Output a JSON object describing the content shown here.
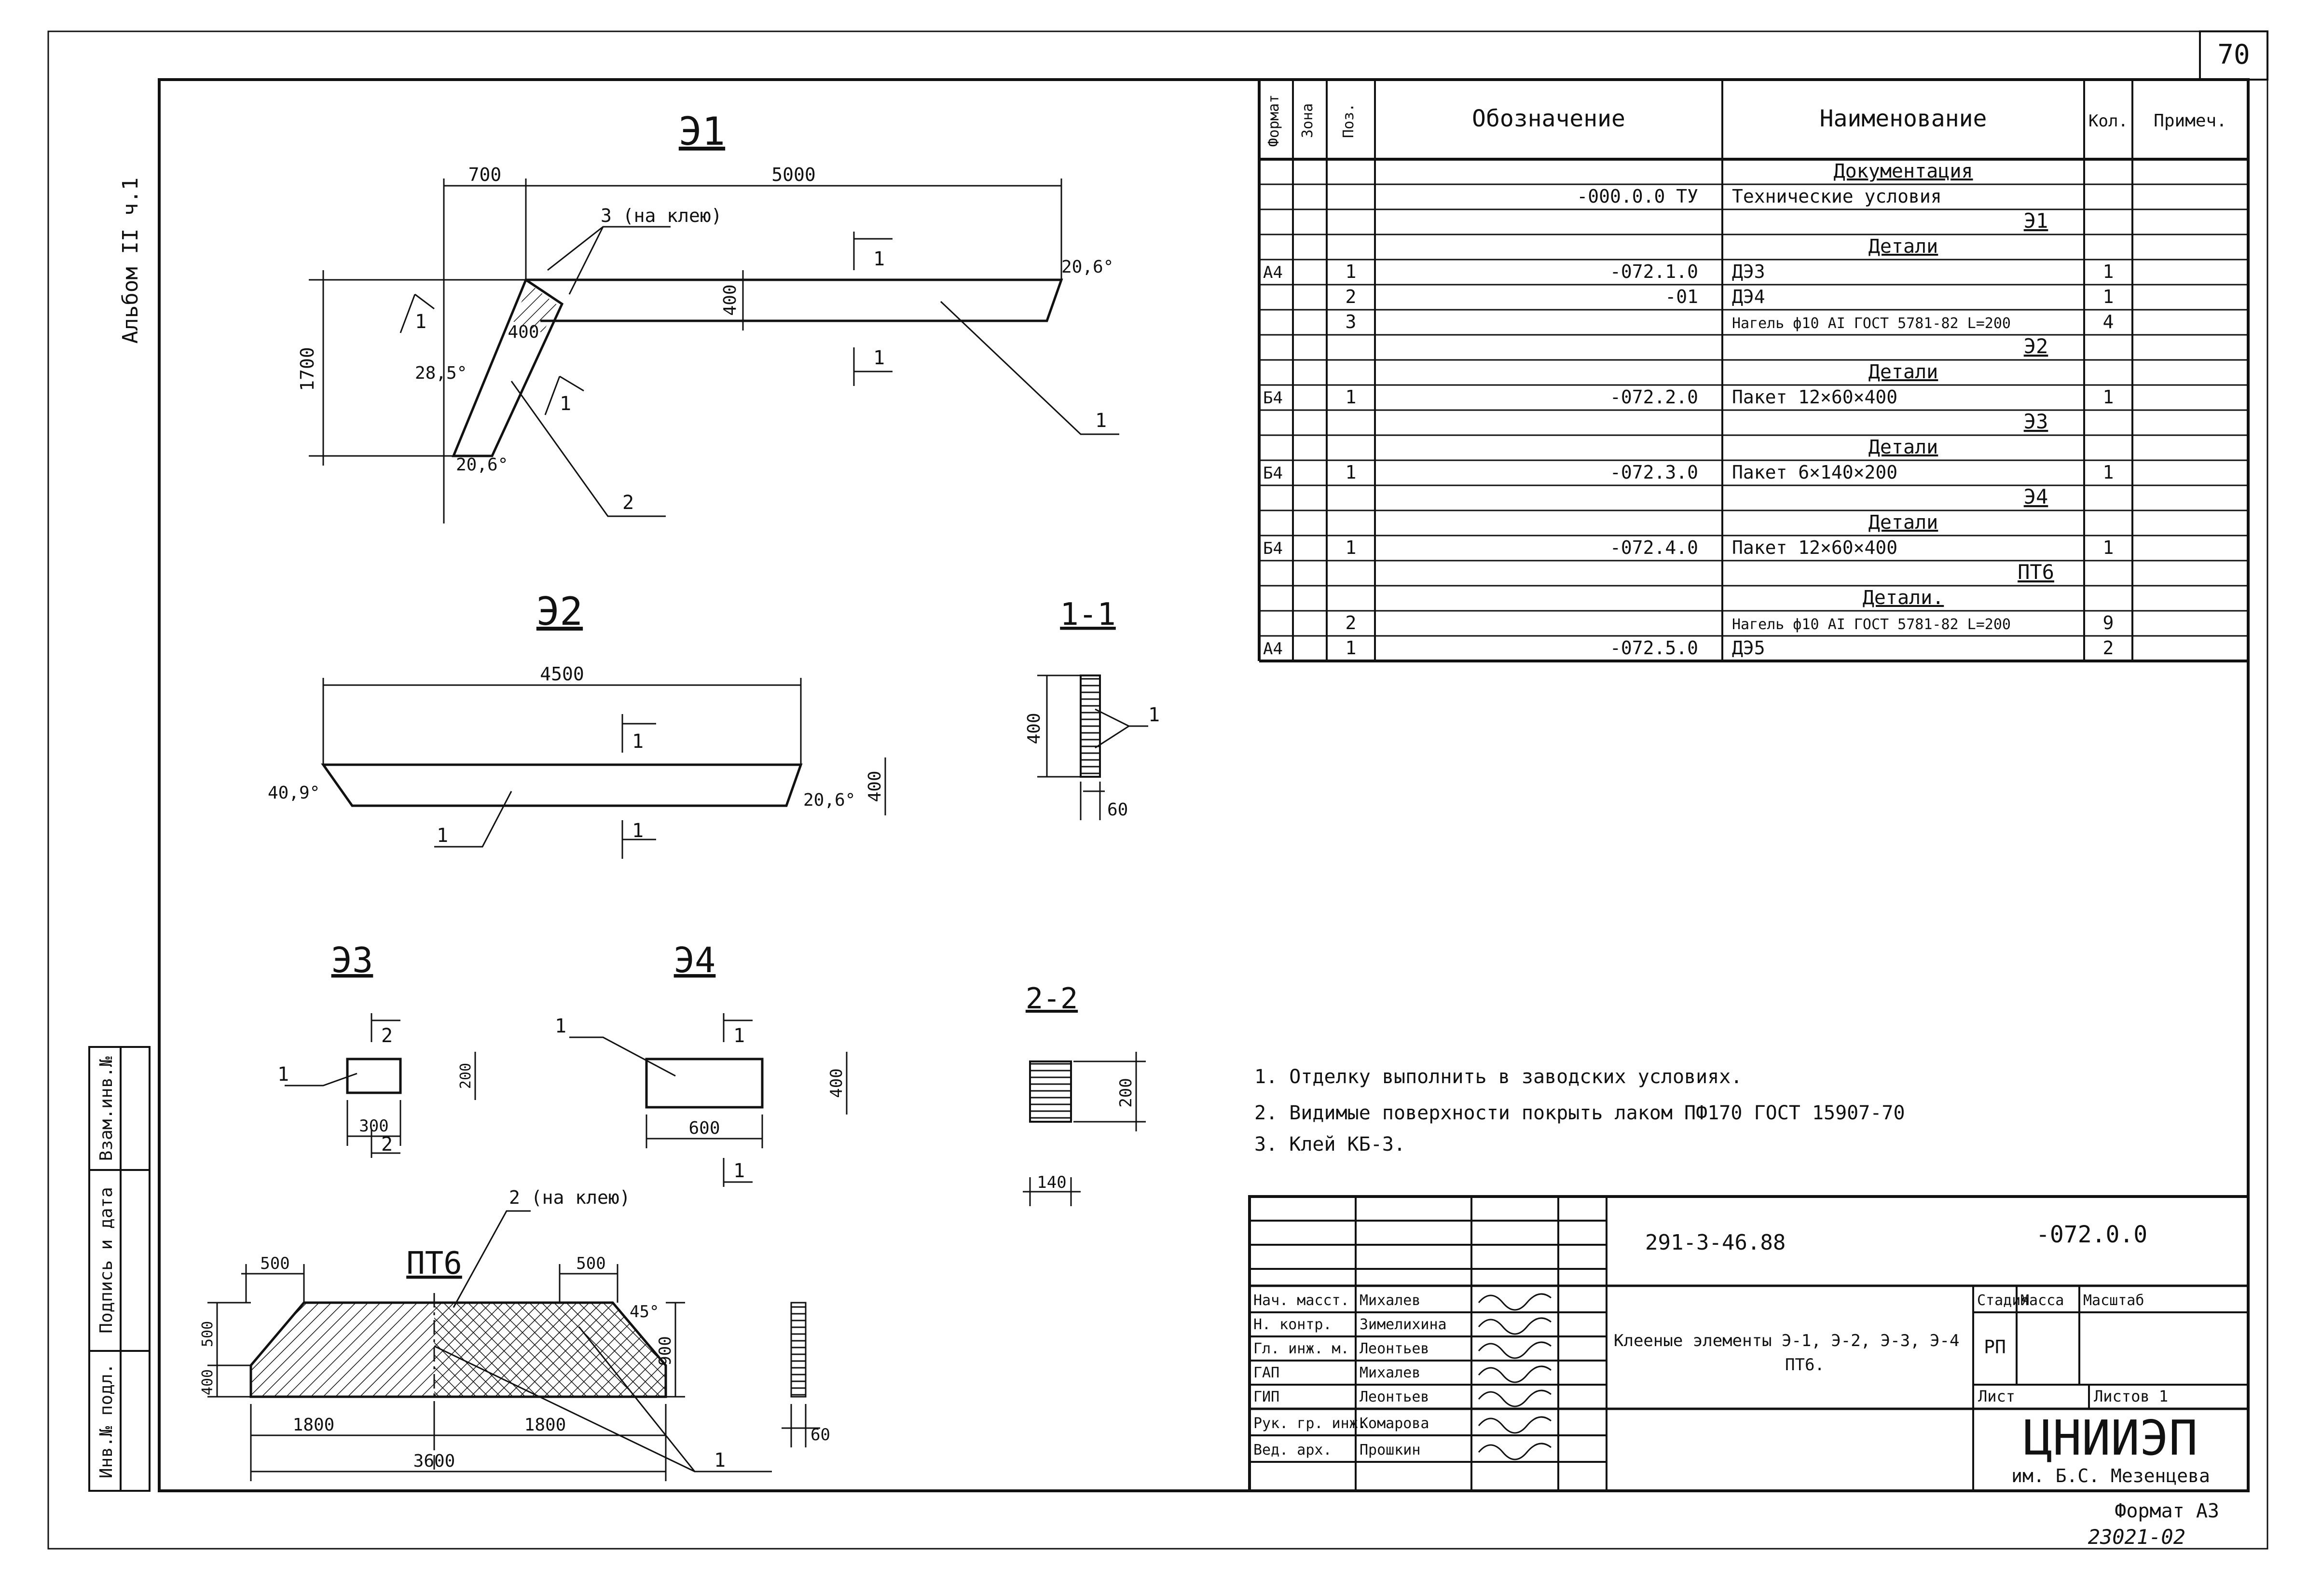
{
  "sheet": {
    "page_number": "70",
    "side_album": "Альбом II ч.1",
    "side_fields": [
      "Инв.№ подл.",
      "Подпись и дата",
      "Взам.инв.№"
    ]
  },
  "drawings": {
    "e1": {
      "title": "Э1",
      "dims": [
        "700",
        "5000",
        "1700",
        "400",
        "400"
      ],
      "angles": [
        "20,6°",
        "28,5°",
        "20,6°"
      ],
      "callout_glue": "3 (на клею)",
      "section_mark": "1",
      "leaders": [
        "1",
        "2"
      ]
    },
    "e2": {
      "title": "Э2",
      "dims": [
        "4500",
        "400"
      ],
      "angles": [
        "40,9°",
        "20,6°"
      ],
      "section_mark": "1",
      "leader": "1"
    },
    "s11": {
      "title": "1-1",
      "dims": [
        "400",
        "60"
      ],
      "leader": "1"
    },
    "e3": {
      "title": "Э3",
      "dims": [
        "300",
        "200"
      ],
      "section_mark": "2",
      "leader": "1"
    },
    "e4": {
      "title": "Э4",
      "dims": [
        "600",
        "400"
      ],
      "section_mark": "1",
      "leader": "1"
    },
    "s22": {
      "title": "2-2",
      "dims": [
        "200",
        "140"
      ]
    },
    "pt6": {
      "title": "ПТ6",
      "dims": [
        "500",
        "500",
        "400",
        "500",
        "900",
        "1800",
        "1800",
        "3600",
        "60"
      ],
      "angle": "45°",
      "callout_glue": "2 (на клею)",
      "leader": "1"
    }
  },
  "spec": {
    "headers": [
      "Формат",
      "Зона",
      "Поз.",
      "Обозначение",
      "Наименование",
      "Кол.",
      "Примеч."
    ],
    "rows": [
      {
        "f": "",
        "z": "",
        "p": "",
        "o": "",
        "n": "Документация",
        "k": "",
        "pr": "",
        "kind": "section"
      },
      {
        "f": "",
        "z": "",
        "p": "",
        "o": "-000.0.0 ТУ",
        "n": "Технические условия",
        "k": "",
        "pr": "",
        "kind": "item"
      },
      {
        "f": "",
        "z": "",
        "p": "",
        "o": "",
        "n": "Э1",
        "k": "",
        "pr": "",
        "kind": "group"
      },
      {
        "f": "",
        "z": "",
        "p": "",
        "o": "",
        "n": "Детали",
        "k": "",
        "pr": "",
        "kind": "section"
      },
      {
        "f": "А4",
        "z": "",
        "p": "1",
        "o": "-072.1.0",
        "n": "ДЭ3",
        "k": "1",
        "pr": "",
        "kind": "item"
      },
      {
        "f": "",
        "z": "",
        "p": "2",
        "o": "-01",
        "n": "ДЭ4",
        "k": "1",
        "pr": "",
        "kind": "item"
      },
      {
        "f": "",
        "z": "",
        "p": "3",
        "o": "",
        "n": "Нагель ф10 АI ГОСТ 5781-82 L=200",
        "k": "4",
        "pr": "",
        "kind": "item"
      },
      {
        "f": "",
        "z": "",
        "p": "",
        "o": "",
        "n": "Э2",
        "k": "",
        "pr": "",
        "kind": "group"
      },
      {
        "f": "",
        "z": "",
        "p": "",
        "o": "",
        "n": "Детали",
        "k": "",
        "pr": "",
        "kind": "section"
      },
      {
        "f": "Б4",
        "z": "",
        "p": "1",
        "o": "-072.2.0",
        "n": "Пакет 12×60×400",
        "k": "1",
        "pr": "",
        "kind": "item"
      },
      {
        "f": "",
        "z": "",
        "p": "",
        "o": "",
        "n": "Э3",
        "k": "",
        "pr": "",
        "kind": "group"
      },
      {
        "f": "",
        "z": "",
        "p": "",
        "o": "",
        "n": "Детали",
        "k": "",
        "pr": "",
        "kind": "section"
      },
      {
        "f": "Б4",
        "z": "",
        "p": "1",
        "o": "-072.3.0",
        "n": "Пакет 6×140×200",
        "k": "1",
        "pr": "",
        "kind": "item"
      },
      {
        "f": "",
        "z": "",
        "p": "",
        "o": "",
        "n": "Э4",
        "k": "",
        "pr": "",
        "kind": "group"
      },
      {
        "f": "",
        "z": "",
        "p": "",
        "o": "",
        "n": "Детали",
        "k": "",
        "pr": "",
        "kind": "section"
      },
      {
        "f": "Б4",
        "z": "",
        "p": "1",
        "o": "-072.4.0",
        "n": "Пакет 12×60×400",
        "k": "1",
        "pr": "",
        "kind": "item"
      },
      {
        "f": "",
        "z": "",
        "p": "",
        "o": "",
        "n": "ПТ6",
        "k": "",
        "pr": "",
        "kind": "group"
      },
      {
        "f": "",
        "z": "",
        "p": "",
        "o": "",
        "n": "Детали.",
        "k": "",
        "pr": "",
        "kind": "section"
      },
      {
        "f": "",
        "z": "",
        "p": "2",
        "o": "",
        "n": "Нагель ф10 АI ГОСТ 5781-82 L=200",
        "k": "9",
        "pr": "",
        "kind": "item"
      },
      {
        "f": "А4",
        "z": "",
        "p": "1",
        "o": "-072.5.0",
        "n": "ДЭ5",
        "k": "2",
        "pr": "",
        "kind": "item"
      }
    ]
  },
  "notes": [
    "1. Отделку выполнить в заводских условиях.",
    "2. Видимые поверхности покрыть лаком ПФ170 ГОСТ 15907-70",
    "3. Клей КБ-3."
  ],
  "title_block": {
    "project_code": "291-3-46.88",
    "doc_code": "-072.0.0",
    "description_line1": "Клееные элементы Э-1, Э-2, Э-3, Э-4",
    "description_line2": "ПТ6.",
    "stage_label": "Стадия",
    "mass_label": "Масса",
    "scale_label": "Масштаб",
    "stage": "РП",
    "sheet_label": "Лист",
    "sheets_label": "Листов 1",
    "org": "ЦНИИЭП",
    "org_sub": "им. Б.С. Мезенцева",
    "format": "Формат А3",
    "archive": "23021-02",
    "signatures": [
      {
        "role": "Нач. масст.",
        "name": "Михалев"
      },
      {
        "role": "Н. контр.",
        "name": "Зимелихина"
      },
      {
        "role": "Гл. инж. м.",
        "name": "Леонтьев"
      },
      {
        "role": "ГАП",
        "name": "Михалев"
      },
      {
        "role": "ГИП",
        "name": "Леонтьев"
      },
      {
        "role": "Рук. гр. инж.",
        "name": "Комарова"
      },
      {
        "role": "Вед. арх.",
        "name": "Прошкин"
      }
    ]
  }
}
